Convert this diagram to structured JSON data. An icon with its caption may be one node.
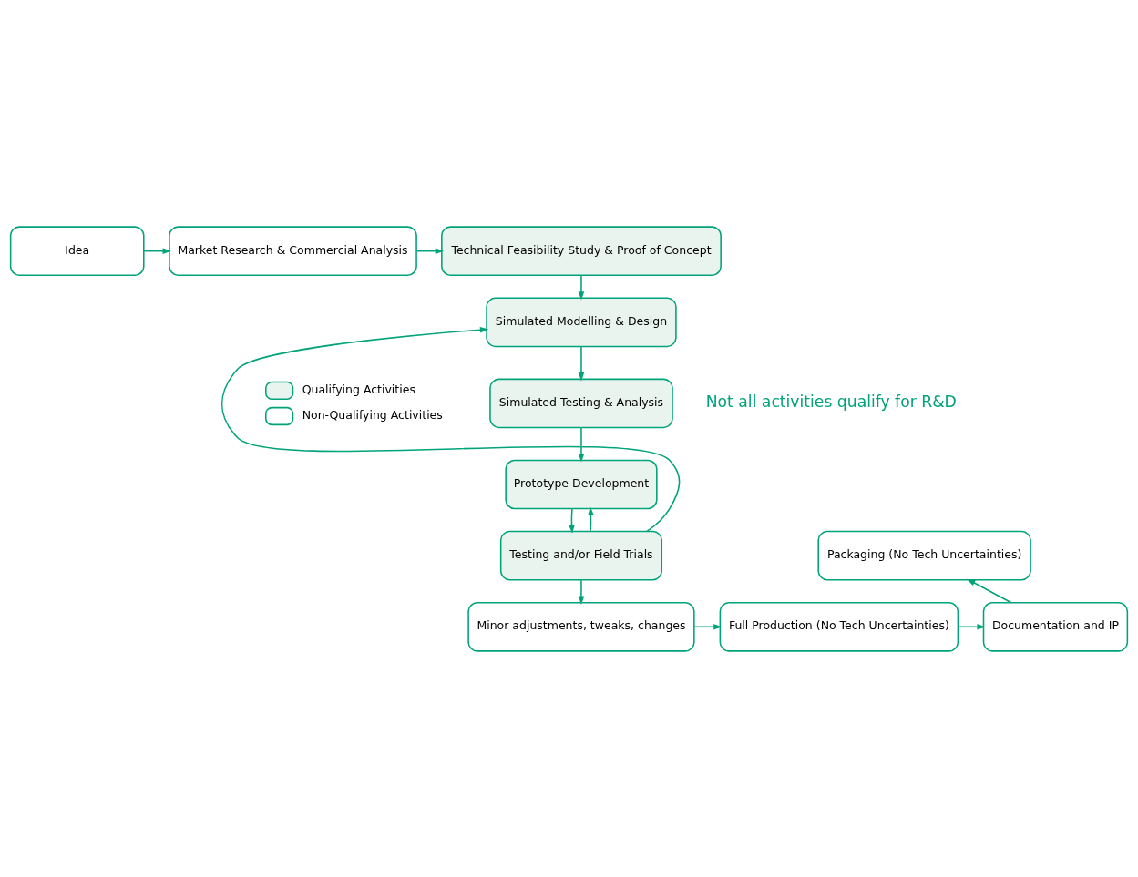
{
  "diagram": {
    "nodes": [
      {
        "text": [
          "Idea"
        ]
      },
      {
        "text": [
          "Market Research & Commercial Analysis"
        ]
      },
      {
        "text": [
          "Technical Feasibility Study & Proof of Concept"
        ]
      },
      {
        "text": [
          "Simulated Modelling & Design"
        ]
      },
      {
        "text": [
          "Simulated Testing & Analysis"
        ]
      },
      {
        "text": [
          "Prototype Development"
        ]
      },
      {
        "text": [
          "Testing and/or Field Trials"
        ]
      },
      {
        "text": [
          "Packaging (No Tech Uncertainties)"
        ]
      },
      {
        "text": [
          "Minor adjustments, tweaks, changes"
        ]
      },
      {
        "text": [
          "Full Production (No Tech Uncertainties)"
        ]
      },
      {
        "text": [
          "Documentation and IP"
        ]
      }
    ],
    "edges": [
      {
        "from": 0,
        "to": 1,
        "arrow": "to"
      },
      {
        "from": 1,
        "to": 2,
        "arrow": "to"
      },
      {
        "from": 2,
        "to": 3,
        "arrow": "to"
      },
      {
        "from": 3,
        "to": 4,
        "arrow": "to"
      },
      {
        "from": 4,
        "to": 5,
        "arrow": "to"
      },
      {
        "from": 5,
        "to": 6,
        "arrow": "to"
      },
      {
        "from": 6,
        "to": 3,
        "arrow": "to"
      },
      {
        "from": 6,
        "to": 5,
        "arrow": "to"
      },
      {
        "from": 6,
        "to": 8,
        "arrow": "to"
      },
      {
        "from": 8,
        "to": 9,
        "arrow": "to"
      },
      {
        "from": 9,
        "to": 10,
        "arrow": "to"
      },
      {
        "from": 10,
        "to": 7,
        "arrow": "to"
      }
    ],
    "labels": [
      "Not all activities qualify for R&D"
    ],
    "legend": [
      {
        "text": "Qualifying Activities",
        "color": "#e9f4ef"
      },
      {
        "text": "Non-Qualifying Activities",
        "color": "#ffffff"
      }
    ]
  }
}
